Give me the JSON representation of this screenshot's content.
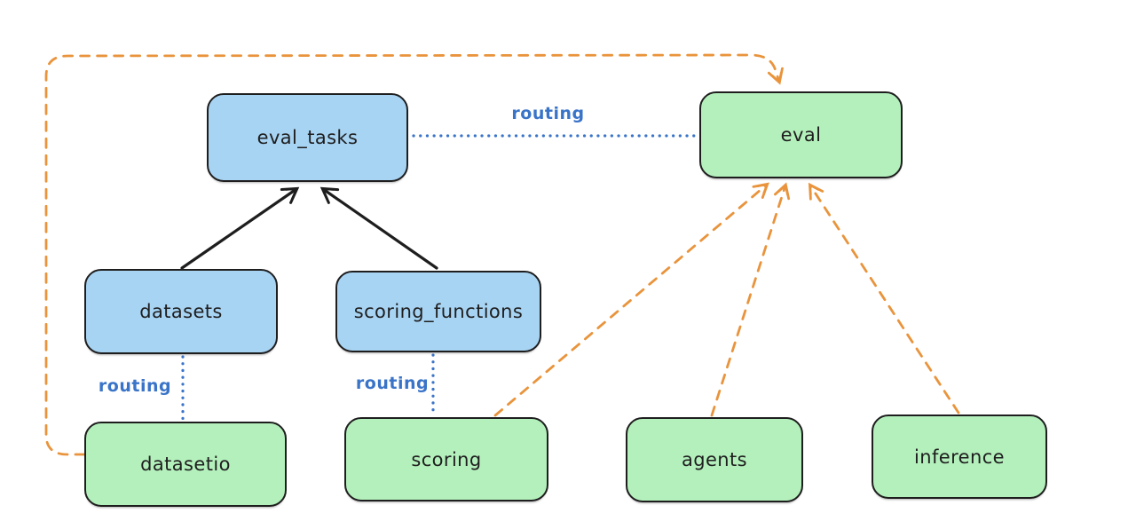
{
  "diagram": {
    "type": "architecture-routing-diagram",
    "background_color": "#ffffff",
    "colors": {
      "api_node_fill": "#a8d4f4",
      "provider_node_fill": "#b4f0bc",
      "node_border": "#1e1e1e",
      "node_text": "#1e1e1e",
      "routing_line_blue": "#3a74c8",
      "dashed_arrow_orange": "#e9943c",
      "solid_arrow_black": "#1e1e1e"
    },
    "nodes": {
      "eval_tasks": {
        "label": "eval_tasks",
        "kind": "api"
      },
      "eval": {
        "label": "eval",
        "kind": "provider"
      },
      "datasets": {
        "label": "datasets",
        "kind": "api"
      },
      "scoring_functions": {
        "label": "scoring_functions",
        "kind": "api"
      },
      "datasetio": {
        "label": "datasetio",
        "kind": "provider"
      },
      "scoring": {
        "label": "scoring",
        "kind": "provider"
      },
      "agents": {
        "label": "agents",
        "kind": "provider"
      },
      "inference": {
        "label": "inference",
        "kind": "provider"
      }
    },
    "edge_labels": {
      "routing_top": "routing",
      "routing_left": "routing",
      "routing_middle": "routing"
    },
    "edges": [
      {
        "from": "datasets",
        "to": "eval_tasks",
        "style": "solid",
        "color": "black",
        "arrow": true,
        "label": ""
      },
      {
        "from": "scoring_functions",
        "to": "eval_tasks",
        "style": "solid",
        "color": "black",
        "arrow": true,
        "label": ""
      },
      {
        "from": "eval_tasks",
        "to": "eval",
        "style": "dotted",
        "color": "blue",
        "arrow": false,
        "label": "routing"
      },
      {
        "from": "datasets",
        "to": "datasetio",
        "style": "dotted",
        "color": "blue",
        "arrow": false,
        "label": "routing"
      },
      {
        "from": "scoring_functions",
        "to": "scoring",
        "style": "dotted",
        "color": "blue",
        "arrow": false,
        "label": "routing"
      },
      {
        "from": "datasetio",
        "to": "eval",
        "style": "dashed",
        "color": "orange",
        "arrow": true,
        "label": ""
      },
      {
        "from": "scoring",
        "to": "eval",
        "style": "dashed",
        "color": "orange",
        "arrow": true,
        "label": ""
      },
      {
        "from": "agents",
        "to": "eval",
        "style": "dashed",
        "color": "orange",
        "arrow": true,
        "label": ""
      },
      {
        "from": "inference",
        "to": "eval",
        "style": "dashed",
        "color": "orange",
        "arrow": true,
        "label": ""
      }
    ]
  }
}
